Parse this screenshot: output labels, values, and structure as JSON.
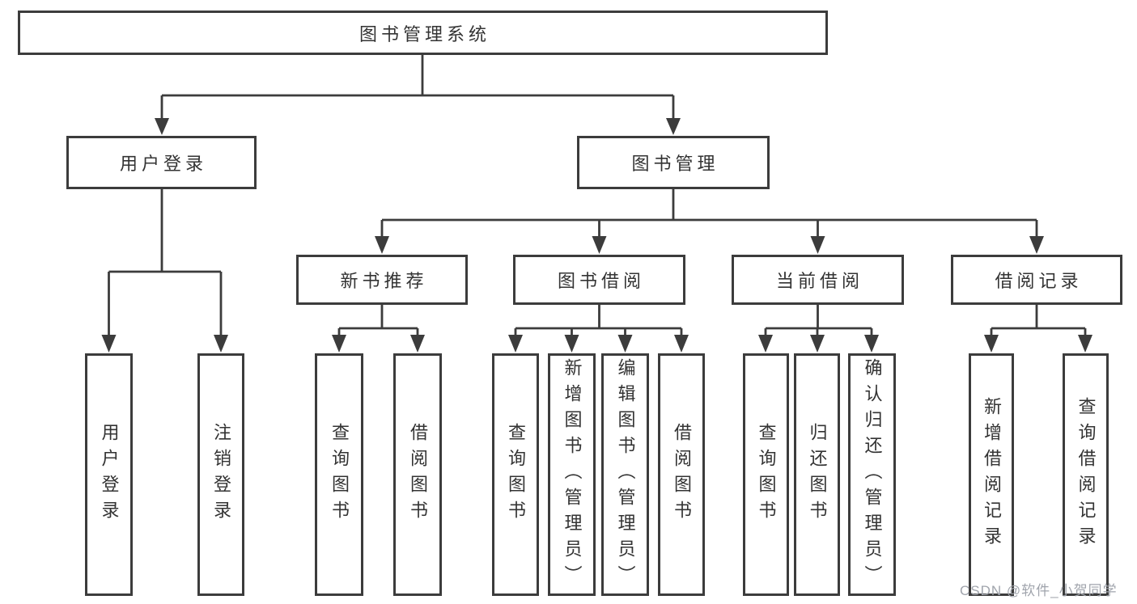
{
  "diagram": {
    "root": "图书管理系统",
    "branches": [
      {
        "label": "用户登录",
        "children": [
          "用户登录",
          "注销登录"
        ]
      },
      {
        "label": "图书管理",
        "children": [
          {
            "label": "新书推荐",
            "children": [
              "查询图书",
              "借阅图书"
            ]
          },
          {
            "label": "图书借阅",
            "children": [
              "查询图书",
              "新增图书（管理员）",
              "编辑图书（管理员）",
              "借阅图书"
            ]
          },
          {
            "label": "当前借阅",
            "children": [
              "查询图书",
              "归还图书",
              "确认归还（管理员）"
            ]
          },
          {
            "label": "借阅记录",
            "children": [
              "新增借阅记录",
              "查询借阅记录"
            ]
          }
        ]
      }
    ]
  },
  "colors": {
    "line": "#3c3c3c",
    "text": "#333333",
    "background": "#ffffff",
    "watermark": "#a0a4ac"
  },
  "watermark": {
    "text": "CSDN @软件_小贺同学"
  }
}
